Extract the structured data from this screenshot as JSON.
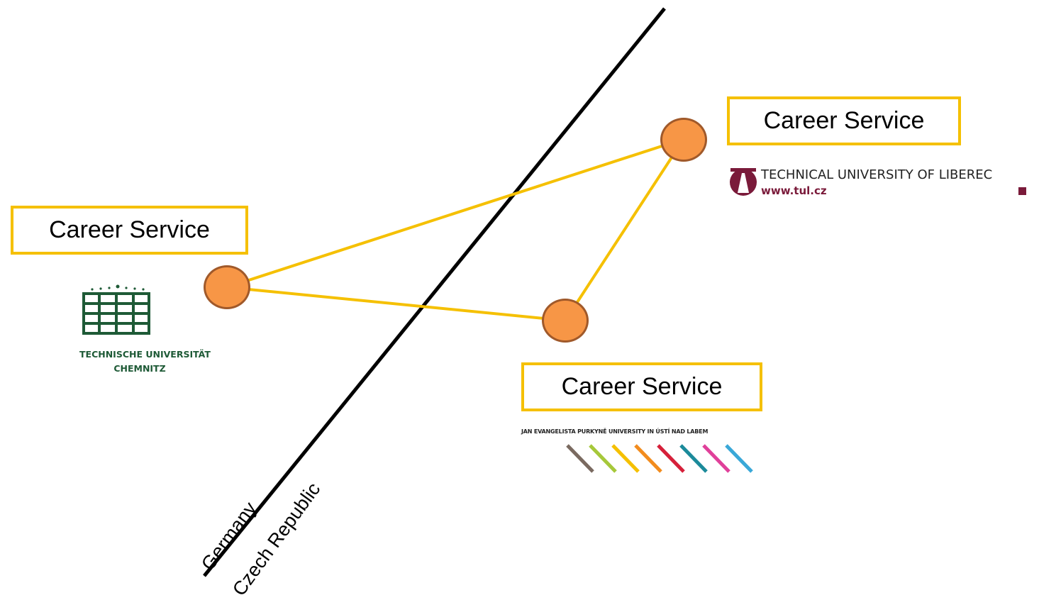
{
  "nodes": {
    "left": {
      "label": "Career Service",
      "university": "TECHNISCHE UNIVERSITÄT",
      "city": "CHEMNITZ"
    },
    "right": {
      "label": "Career Service",
      "university": "TECHNICAL UNIVERSITY OF LIBEREC",
      "url": "www.tul.cz"
    },
    "bottom": {
      "label": "Career Service",
      "university": "JAN EVANGELISTA PURKYNĚ UNIVERSITY IN ÚSTÍ NAD LABEM"
    }
  },
  "border": {
    "left_side": "Germany",
    "right_side": "Czech Republic"
  },
  "colors": {
    "box_border": "#f5c000",
    "node_fill": "#f79646",
    "node_stroke": "#a0592a",
    "edge": "#f5c000",
    "border_line": "#000000",
    "tuc_green": "#1e5a36",
    "tul_maroon": "#7a1a3a"
  },
  "logos": {
    "tuc": "tuc-building-logo",
    "tul": "tul-dome-logo",
    "ujep": "ujep-stripes-logo",
    "ujep_stripe_colors": [
      "#7a6a60",
      "#a6c83a",
      "#f5c000",
      "#f28c1e",
      "#d6203a",
      "#1b8a9a",
      "#e0409a",
      "#3aa8d8"
    ]
  }
}
